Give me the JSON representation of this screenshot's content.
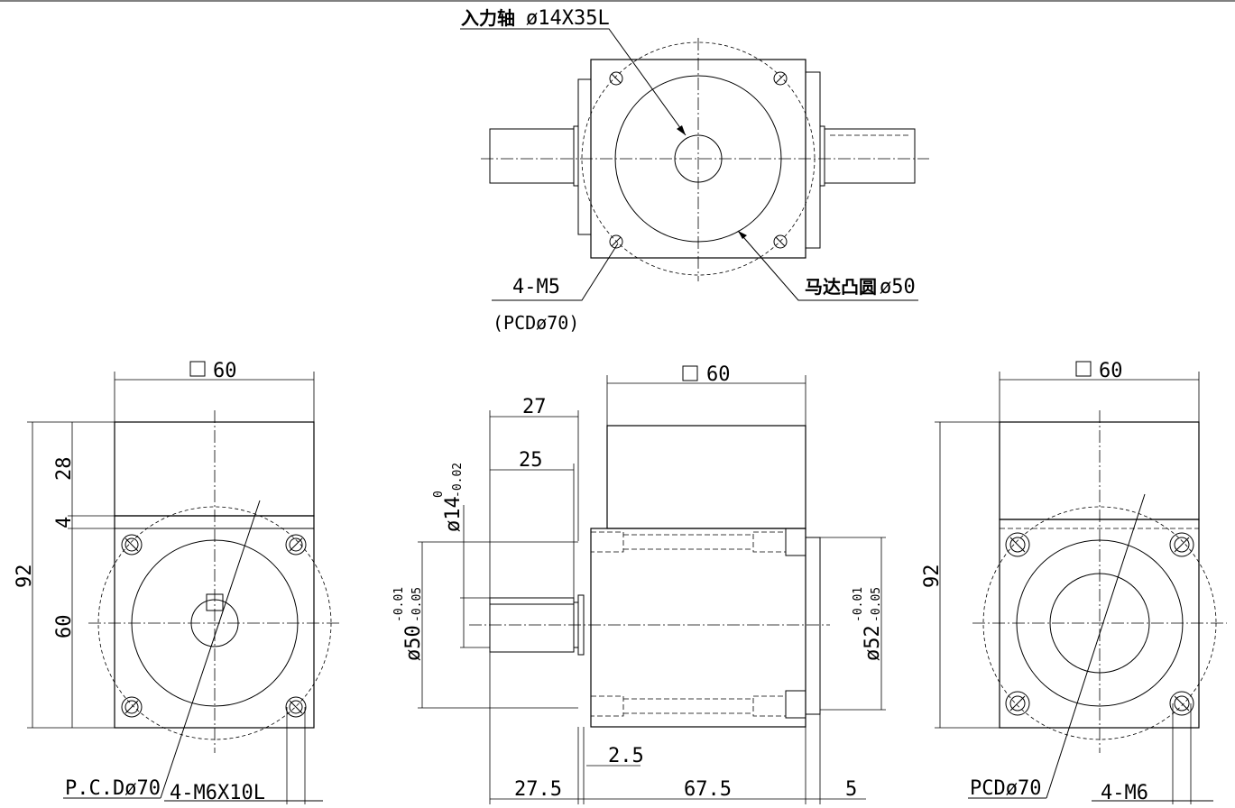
{
  "top_view": {
    "input_shaft_label": "入力轴",
    "input_shaft_value": "ø14X35L",
    "bolts_label": "4-M5",
    "pcd_label": "(PCDø70)",
    "motor_boss_label": "马达凸圆",
    "motor_boss_value": "ø50"
  },
  "left_view": {
    "width_label": "60",
    "overall_height": "92",
    "dim_28": "28",
    "dim_4": "4",
    "dim_60": "60",
    "pcd_label": "P.C.Dø70",
    "bolts_label": "4-M6X10L"
  },
  "center_view": {
    "width_label": "60",
    "dim_27": "27",
    "dim_25": "25",
    "shaft_dia_main": "ø14",
    "shaft_dia_upper": "0",
    "shaft_dia_lower": "-0.02",
    "pilot50_main": "ø50",
    "pilot50_upper": "-0.01",
    "pilot50_lower": "-0.05",
    "pilot52_main": "ø52",
    "pilot52_upper": "-0.01",
    "pilot52_lower": "-0.05",
    "dim_2_5": "2.5",
    "dim_27_5": "27.5",
    "dim_67_5": "67.5",
    "dim_5": "5"
  },
  "right_view": {
    "width_label": "60",
    "overall_height": "92",
    "pcd_label": "PCDø70",
    "bolts_label": "4-M6"
  }
}
